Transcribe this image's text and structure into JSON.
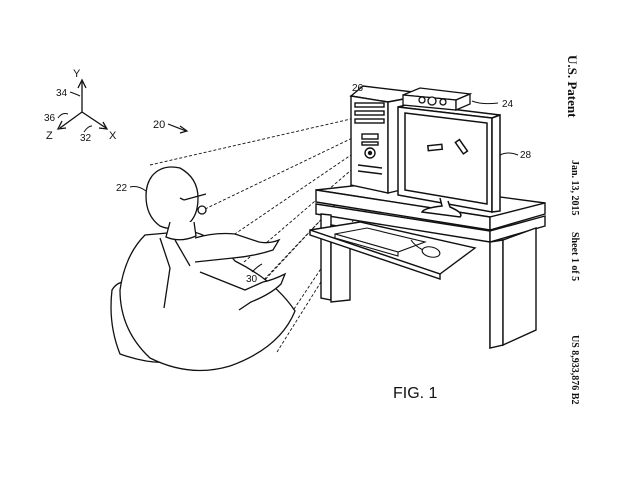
{
  "header": {
    "patent_office": "U.S. Patent",
    "date": "Jan. 13, 2015",
    "sheet": "Sheet 1 of 5",
    "patent_number": "US 8,933,876 B2"
  },
  "figure": {
    "caption": "FIG. 1",
    "axes": {
      "y": "Y",
      "z": "Z",
      "x": "X"
    },
    "refs": {
      "r20": "20",
      "r22": "22",
      "r24": "24",
      "r26": "26",
      "r28": "28",
      "r30": "30",
      "r32": "32",
      "r34": "34",
      "r36": "36"
    }
  }
}
